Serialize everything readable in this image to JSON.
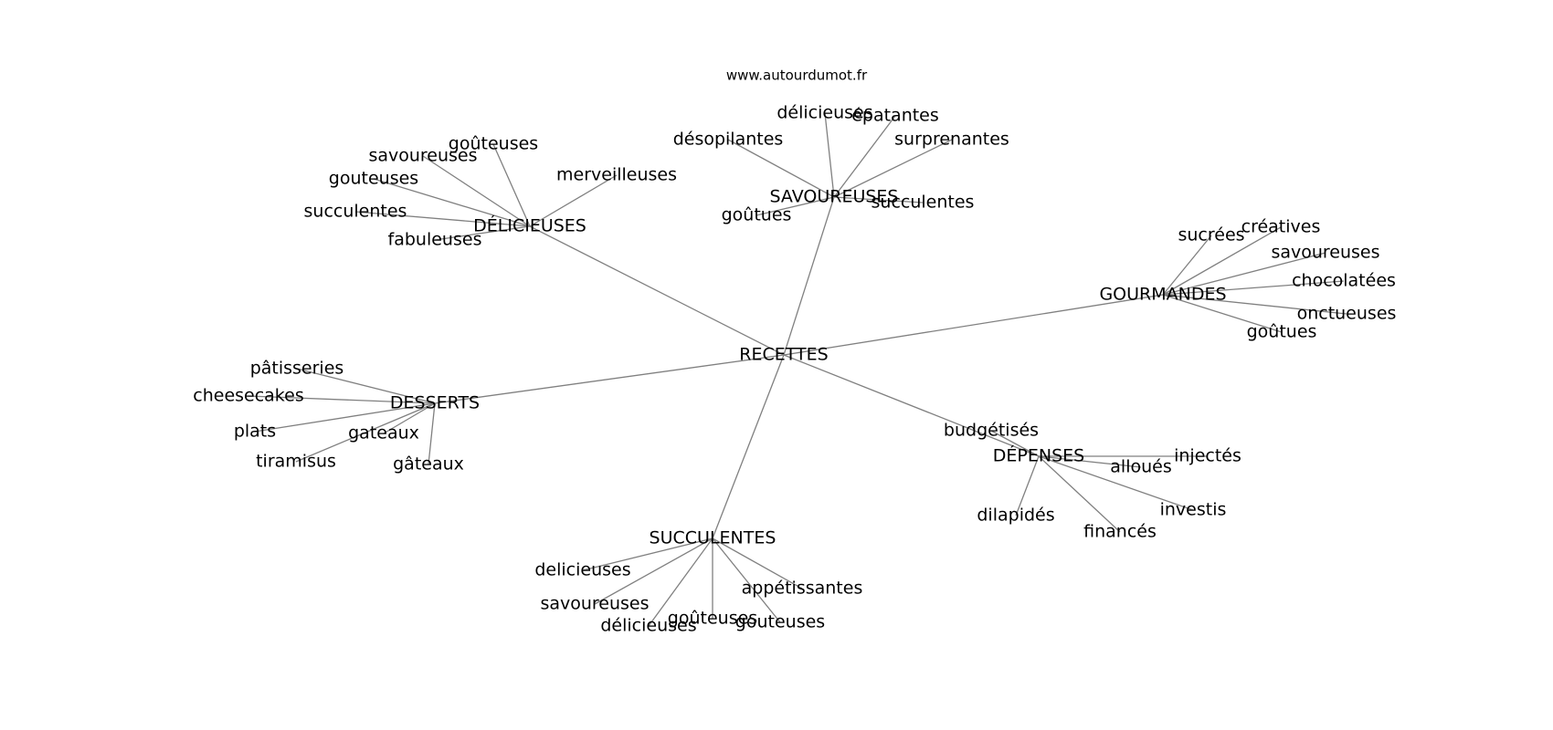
{
  "site": "www.autourdumot.fr",
  "root": "RECETTES",
  "clusters": [
    {
      "hub": "DÉLICIEUSES",
      "words": [
        "goûteuses",
        "savoureuses",
        "gouteuses",
        "merveilleuses",
        "succulentes",
        "fabuleuses"
      ]
    },
    {
      "hub": "SAVOUREUSES",
      "words": [
        "délicieuses",
        "épatantes",
        "désopilantes",
        "surprenantes",
        "goûtues",
        "succulentes"
      ]
    },
    {
      "hub": "GOURMANDES",
      "words": [
        "sucrées",
        "créatives",
        "savoureuses",
        "chocolatées",
        "onctueuses",
        "goûtues"
      ]
    },
    {
      "hub": "DESSERTS",
      "words": [
        "pâtisseries",
        "cheesecakes",
        "plats",
        "gateaux",
        "tiramisus",
        "gâteaux"
      ]
    },
    {
      "hub": "DÉPENSES",
      "words": [
        "budgétisés",
        "injectés",
        "alloués",
        "investis",
        "dilapidés",
        "financés"
      ]
    },
    {
      "hub": "SUCCULENTES",
      "words": [
        "delicieuses",
        "savoureuses",
        "appétissantes",
        "délicieuses",
        "goûteuses",
        "gouteuses"
      ]
    }
  ]
}
